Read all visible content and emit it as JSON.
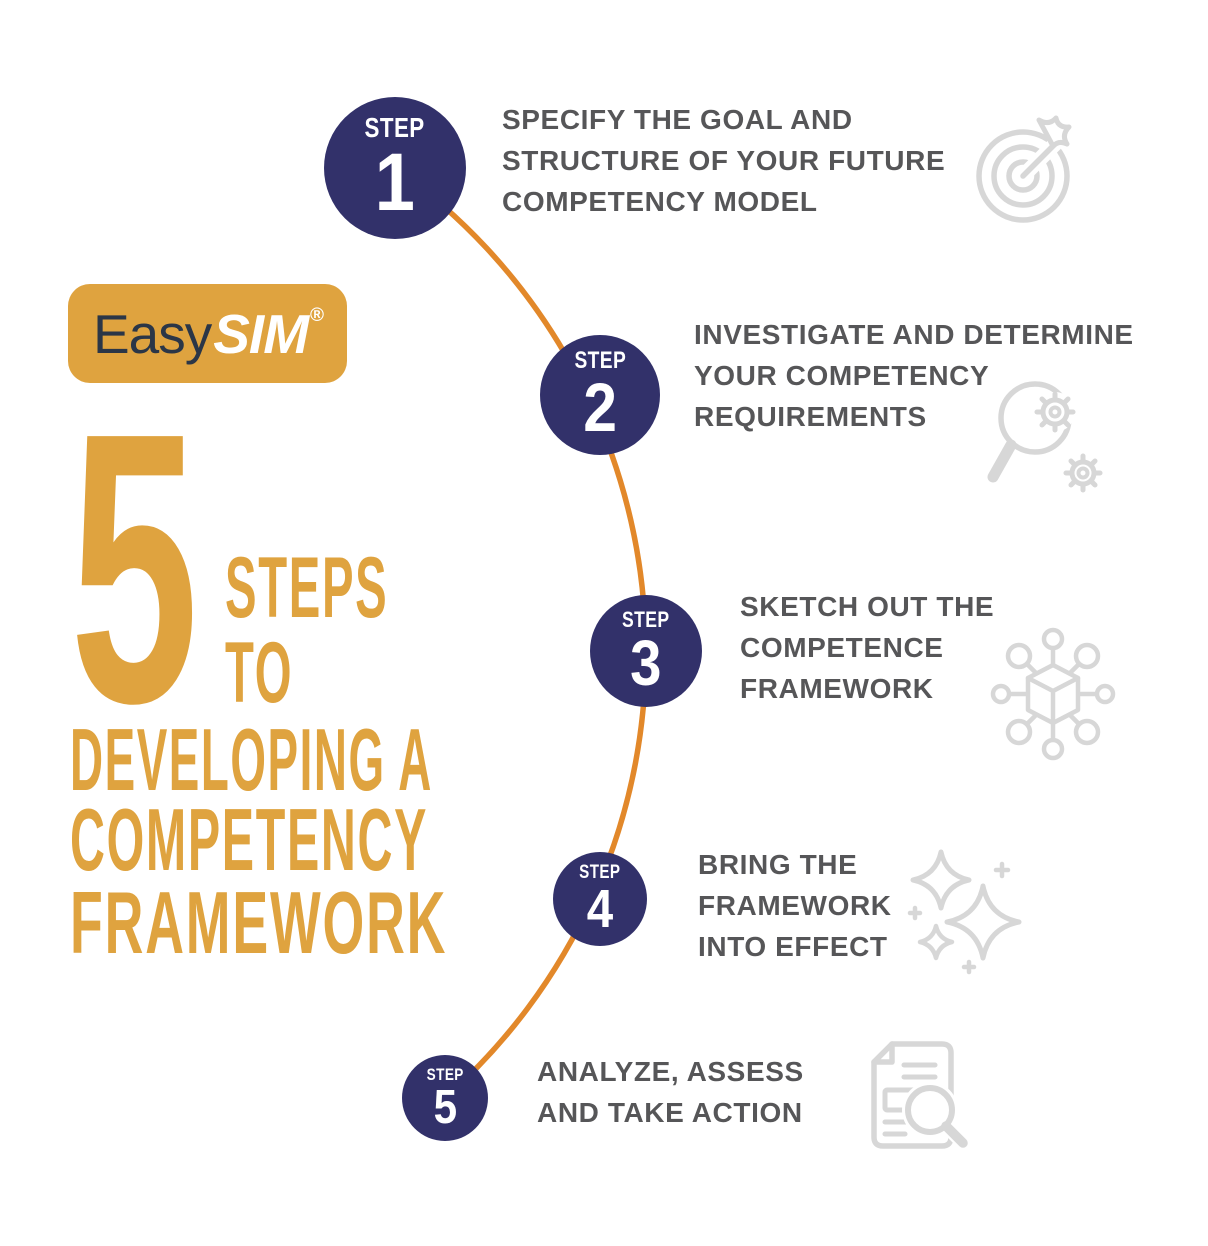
{
  "brand": {
    "prefix": "Easy",
    "suffix": "SIM",
    "registered": "®"
  },
  "headline": {
    "big_number": "5",
    "word1": "STEPS",
    "word2": "TO",
    "line1": "DEVELOPING A",
    "line2": "COMPETENCY",
    "line3": "FRAMEWORK"
  },
  "steps": [
    {
      "label": "STEP",
      "number": "1",
      "icon": "target-arrow-icon",
      "lines": [
        "SPECIFY THE GOAL AND",
        "STRUCTURE OF YOUR FUTURE",
        "COMPETENCY MODEL"
      ]
    },
    {
      "label": "STEP",
      "number": "2",
      "icon": "magnifier-gears-icon",
      "lines": [
        "INVESTIGATE AND DETERMINE",
        "YOUR COMPETENCY",
        "REQUIREMENTS"
      ]
    },
    {
      "label": "STEP",
      "number": "3",
      "icon": "cube-network-icon",
      "lines": [
        "SKETCH OUT THE",
        "COMPETENCE",
        "FRAMEWORK"
      ]
    },
    {
      "label": "STEP",
      "number": "4",
      "icon": "sparkles-icon",
      "lines": [
        "BRING THE",
        "FRAMEWORK",
        "INTO EFFECT"
      ]
    },
    {
      "label": "STEP",
      "number": "5",
      "icon": "document-search-icon",
      "lines": [
        "ANALYZE, ASSESS",
        "AND TAKE ACTION"
      ]
    }
  ],
  "colors": {
    "navy": "#32316A",
    "gold": "#DFA33F",
    "orange": "#E2882A",
    "text_gray": "#565658",
    "icon_gray": "#D7D7D7",
    "background": "#FFFFFF"
  }
}
